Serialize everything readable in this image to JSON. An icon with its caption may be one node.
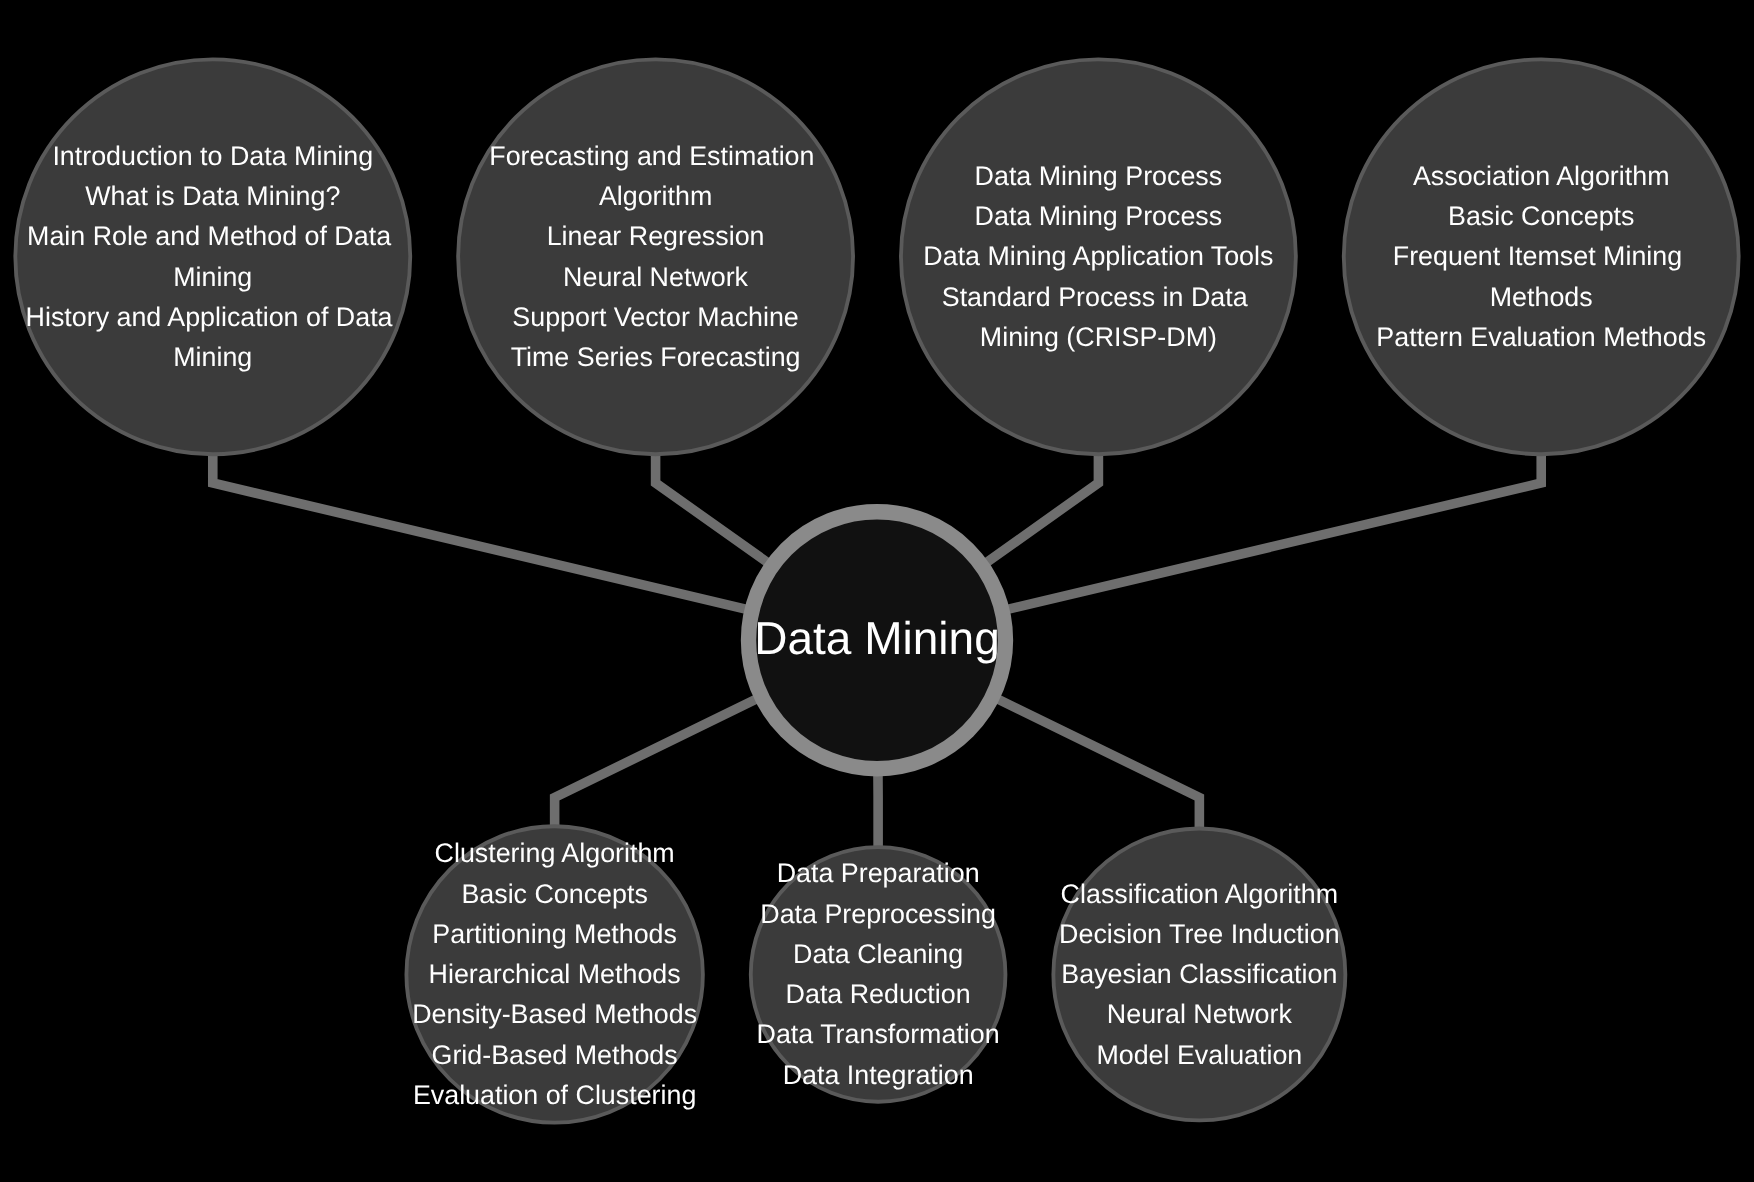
{
  "diagram": {
    "nodes": [
      {
        "text": [
          "Data Mining"
        ]
      },
      {
        "text": [
          "Introduction to Data Mining",
          "What is Data Mining?",
          "Main Role and Method of Data Mining",
          "History and Application of Data Mining"
        ]
      },
      {
        "text": [
          "Forecasting and Estimation Algorithm",
          "Linear Regression",
          "Neural Network",
          "Support Vector Machine",
          "Time Series Forecasting"
        ]
      },
      {
        "text": [
          "Data Mining Process",
          "Data Mining Process",
          "Data Mining Application Tools",
          "Standard Process in Data Mining (CRISP-DM)"
        ]
      },
      {
        "text": [
          "Association Algorithm",
          "Basic Concepts",
          "Frequent Itemset Mining Methods",
          "Pattern Evaluation Methods"
        ]
      },
      {
        "text": [
          "Clustering Algorithm",
          "Basic Concepts",
          "Partitioning Methods",
          "Hierarchical Methods",
          "Density-Based Methods",
          "Grid-Based Methods",
          "Evaluation of Clustering"
        ]
      },
      {
        "text": [
          "Data Preparation",
          "Data Preprocessing",
          "Data Cleaning",
          "Data Reduction",
          "Data Transformation",
          "Data Integration"
        ]
      },
      {
        "text": [
          "Classification Algorithm",
          "Decision Tree Induction",
          "Bayesian Classification",
          "Neural Network",
          "Model Evaluation"
        ]
      }
    ],
    "edges": [
      {
        "from": 0,
        "to": 1,
        "arrow": "none"
      },
      {
        "from": 0,
        "to": 2,
        "arrow": "none"
      },
      {
        "from": 0,
        "to": 3,
        "arrow": "none"
      },
      {
        "from": 0,
        "to": 4,
        "arrow": "none"
      },
      {
        "from": 0,
        "to": 5,
        "arrow": "none"
      },
      {
        "from": 0,
        "to": 6,
        "arrow": "none"
      },
      {
        "from": 0,
        "to": 7,
        "arrow": "none"
      }
    ]
  }
}
